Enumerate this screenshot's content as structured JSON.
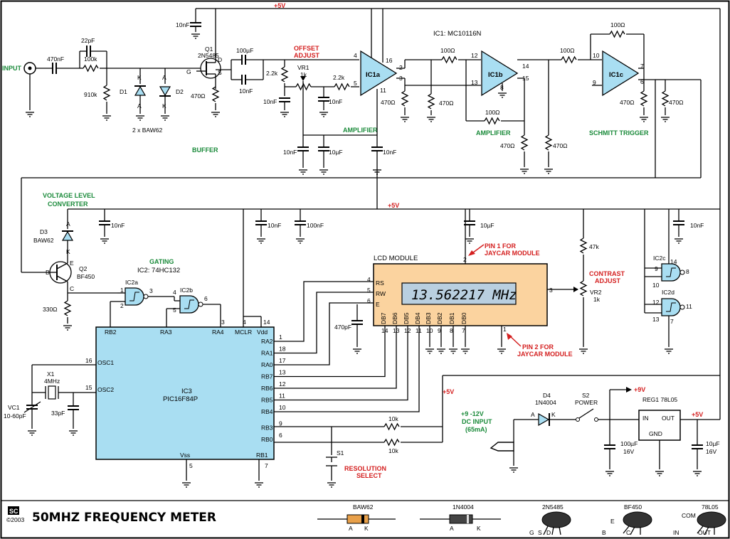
{
  "title": "50MHZ FREQUENCY METER",
  "logo": {
    "mark": "SC",
    "year": "©2003"
  },
  "supply": {
    "plus5": "+5V",
    "plus9": "+9V"
  },
  "input": {
    "label": "INPUT",
    "c_in": "470nF",
    "c_22p": "22pF",
    "r_100k": "100k",
    "r_910k": "910k"
  },
  "diodes": {
    "d1": "D1",
    "d2": "D2",
    "pair": "2 x BAW62",
    "a": "A",
    "k": "K"
  },
  "buffer": {
    "label": "BUFFER",
    "q1": "Q1",
    "q1_type": "2N5485",
    "c_10n_top": "10nF",
    "r_470": "470Ω",
    "pin_g": "G",
    "pin_d": "D",
    "pin_s": "S"
  },
  "offset": {
    "label_1": "OFFSET",
    "label_2": "ADJUST",
    "c_100u": "100µF",
    "c_10n": "10nF",
    "r_2k2_a": "2.2k",
    "r_2k2_b": "2.2k",
    "vr1": "VR1",
    "vr1_val": "1k",
    "c_10n_left": "10nF",
    "c_10n_right": "10nF"
  },
  "amplifier1": {
    "label": "AMPLIFIER",
    "c_10n_a": "10nF",
    "c_10u": "10µF",
    "c_10n_b": "10nF"
  },
  "ic1": {
    "header": "IC1: MC10116N",
    "a": "IC1a",
    "b": "IC1b",
    "c": "IC1c",
    "pins_a": [
      "4",
      "16",
      "2",
      "3",
      "5",
      "11"
    ],
    "pins_b": [
      "12",
      "14",
      "13",
      "15",
      "8"
    ],
    "pins_c": [
      "10",
      "7",
      "9",
      "6"
    ]
  },
  "amp_stage": {
    "r_100_ab": "100Ω",
    "r_470_a": "470Ω",
    "r_470_b": "470Ω",
    "r_100_fb": "100Ω",
    "r_470_c": "470Ω",
    "r_470_d": "470Ω",
    "label": "AMPLIFIER"
  },
  "schmitt": {
    "r_100_in": "100Ω",
    "r_100_fb": "100Ω",
    "r_470_a": "470Ω",
    "r_470_b": "470Ω",
    "label": "SCHMITT TRIGGER"
  },
  "converter": {
    "label_1": "VOLTAGE LEVEL",
    "label_2": "CONVERTER",
    "d3": "D3",
    "d3_type": "BAW62",
    "q2": "Q2",
    "q2_type": "BF450",
    "r_330": "330Ω",
    "c_10n": "10nF",
    "pin_b": "B",
    "pin_e": "E",
    "pin_c": "C",
    "a": "A",
    "k": "K"
  },
  "caps_row": {
    "c1": "10nF",
    "c2": "100nF",
    "c3": "10µF",
    "c4": "10nF"
  },
  "gating": {
    "label": "GATING",
    "ic2": "IC2: 74HC132",
    "ic2a": "IC2a",
    "ic2b": "IC2b",
    "ic2c": "IC2c",
    "ic2d": "IC2d",
    "pins_a": [
      "1",
      "2",
      "3"
    ],
    "pins_b": [
      "4",
      "5",
      "6"
    ],
    "pins_c": [
      "9",
      "10",
      "8",
      "14"
    ],
    "pins_d": [
      "12",
      "13",
      "11",
      "7"
    ]
  },
  "ic3": {
    "name": "IC3",
    "part": "PIC16F84P",
    "left_pins": [
      {
        "num": "16",
        "name": "OSC1"
      },
      {
        "num": "15",
        "name": "OSC2"
      }
    ],
    "top_pins": [
      {
        "num": "",
        "name": "RB2"
      },
      {
        "num": "",
        "name": "RA3"
      },
      {
        "num": "3",
        "name": "RA4"
      },
      {
        "num": "4",
        "name": "MCLR"
      },
      {
        "num": "14",
        "name": "Vdd"
      }
    ],
    "right_pins": [
      {
        "num": "1",
        "name": "RA2"
      },
      {
        "num": "18",
        "name": "RA1"
      },
      {
        "num": "17",
        "name": "RA0"
      },
      {
        "num": "13",
        "name": "RB7"
      },
      {
        "num": "12",
        "name": "RB6"
      },
      {
        "num": "11",
        "name": "RB5"
      },
      {
        "num": "10",
        "name": "RB4"
      },
      {
        "num": "9",
        "name": "RB3"
      },
      {
        "num": "6",
        "name": "RB0"
      }
    ],
    "bottom_pins": [
      {
        "num": "5",
        "name": "Vss"
      },
      {
        "num": "7",
        "name": "RB1"
      }
    ]
  },
  "crystal": {
    "x1": "X1",
    "freq": "4MHz",
    "vc1": "VC1",
    "vc1_val": "10-60pF",
    "c_33": "33pF"
  },
  "lcd": {
    "label": "LCD MODULE",
    "display": "13.562217 MHz",
    "left_pins": [
      {
        "num": "4",
        "name": "RS"
      },
      {
        "num": "5",
        "name": "RW"
      },
      {
        "num": "6",
        "name": "E"
      }
    ],
    "bottom_pins": [
      {
        "num": "14",
        "name": "DB7"
      },
      {
        "num": "13",
        "name": "DB6"
      },
      {
        "num": "12",
        "name": "DB5"
      },
      {
        "num": "11",
        "name": "DB4"
      },
      {
        "num": "10",
        "name": "DB3"
      },
      {
        "num": "9",
        "name": "DB2"
      },
      {
        "num": "8",
        "name": "DB1"
      },
      {
        "num": "7",
        "name": "DB0"
      }
    ],
    "pin2": "2",
    "pin3": "3",
    "pin1": "1",
    "c_470p": "470pF",
    "note1_a": "PIN 1 FOR",
    "note1_b": "JAYCAR MODULE",
    "note2_a": "PIN 2 FOR",
    "note2_b": "JAYCAR MODULE"
  },
  "contrast": {
    "r_47k": "47k",
    "label_1": "CONTRAST",
    "label_2": "ADJUST",
    "vr2": "VR2",
    "vr2_val": "1k",
    "c_10n": "10nF"
  },
  "resolution": {
    "r_10k_a": "10k",
    "r_10k_b": "10k",
    "s1": "S1",
    "label_1": "RESOLUTION",
    "label_2": "SELECT"
  },
  "power": {
    "dc_1": "+9 -12V",
    "dc_2": "DC INPUT",
    "dc_3": "(65mA)",
    "d4": "D4",
    "d4_type": "1N4004",
    "a": "A",
    "k": "K",
    "s2": "S2",
    "s2_label": "POWER",
    "reg": "REG1 78L05",
    "in": "IN",
    "out": "OUT",
    "gnd": "GND",
    "c_100u": "100µF",
    "c_100u_v": "16V",
    "c_10u": "10µF",
    "c_10u_v": "16V"
  },
  "legend": {
    "baw62": "BAW62",
    "n4004": "1N4004",
    "a": "A",
    "k": "K",
    "n5485": "2N5485",
    "n5485_pins": [
      "G",
      "S",
      "D"
    ],
    "bf450": "BF450",
    "bf450_pins": [
      "E",
      "B",
      "C"
    ],
    "l78": "78L05",
    "l78_pins": [
      "COM",
      "IN",
      "OUT"
    ]
  }
}
